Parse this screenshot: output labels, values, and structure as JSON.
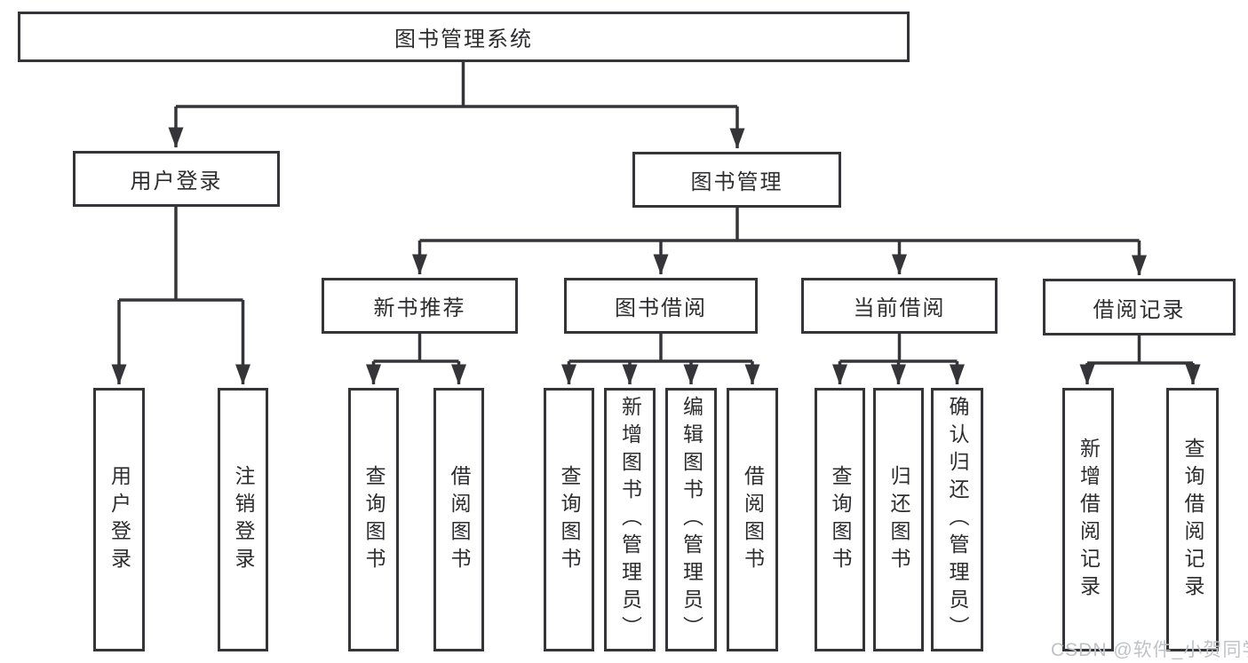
{
  "diagram": {
    "root": {
      "label": "图书管理系统"
    },
    "branches": [
      {
        "label": "用户登录",
        "children": [
          {
            "label": "用户登录"
          },
          {
            "label": "注销登录"
          }
        ]
      },
      {
        "label": "图书管理",
        "children": [
          {
            "label": "新书推荐",
            "children": [
              {
                "label": "查询图书"
              },
              {
                "label": "借阅图书"
              }
            ]
          },
          {
            "label": "图书借阅",
            "children": [
              {
                "label": "查询图书"
              },
              {
                "label": "新增图书（管理员）"
              },
              {
                "label": "编辑图书（管理员）"
              },
              {
                "label": "借阅图书"
              }
            ]
          },
          {
            "label": "当前借阅",
            "children": [
              {
                "label": "查询图书"
              },
              {
                "label": "归还图书"
              },
              {
                "label": "确认归还（管理员）"
              }
            ]
          },
          {
            "label": "借阅记录",
            "children": [
              {
                "label": "新增借阅记录"
              },
              {
                "label": "查询借阅记录"
              }
            ]
          }
        ]
      }
    ]
  },
  "watermark": {
    "text": "CSDN @软件_小贺同学"
  },
  "colors": {
    "line": "#353539",
    "text": "#2d2d2f",
    "watermark": "#bfc3c8",
    "background": "#ffffff"
  }
}
